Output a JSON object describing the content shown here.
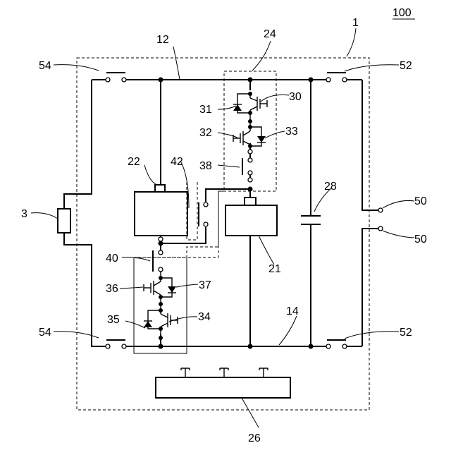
{
  "figure_number": "100",
  "labels": {
    "device": "1",
    "battery": "3",
    "positive_line": "12",
    "negative_line": "14",
    "upper_module": "24",
    "lower_module": "22",
    "monitor_unit": "21",
    "capacitor": "28",
    "controller": "26",
    "sw30": "30",
    "diode31": "31",
    "sw32": "32",
    "diode33": "33",
    "sw34": "34",
    "diode35": "35",
    "sw36": "36",
    "diode37": "37",
    "relay38": "38",
    "relay40": "40",
    "relay42": "42",
    "output_terminal_top": "50",
    "output_terminal_bottom": "50",
    "relay52_top": "52",
    "relay52_bottom": "52",
    "relay54_top": "54",
    "relay54_bottom": "54"
  }
}
